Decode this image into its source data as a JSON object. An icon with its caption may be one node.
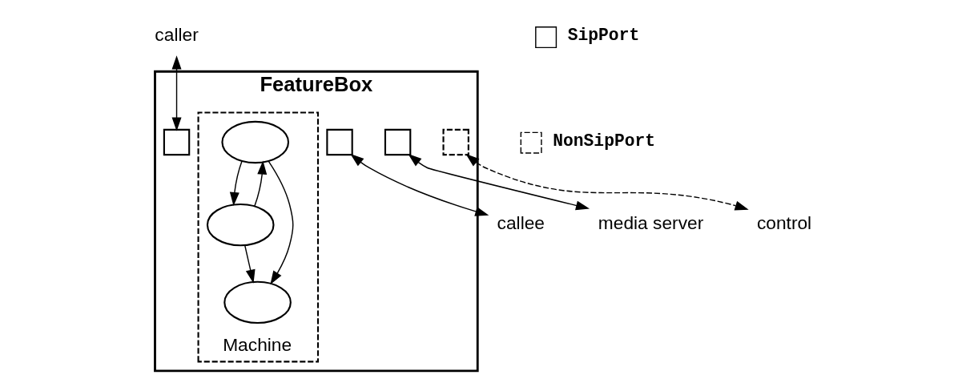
{
  "diagram": {
    "nodes": [
      {
        "text": [
          "FeatureBox"
        ]
      },
      {
        "text": [
          "Machine"
        ],
        "in": 0
      },
      {
        "text": [],
        "shape": "ellipse",
        "in": 1
      },
      {
        "text": [],
        "shape": "ellipse",
        "in": 1
      },
      {
        "text": [],
        "shape": "ellipse",
        "in": 1
      },
      {
        "text": [],
        "shape": "box",
        "in": 0
      },
      {
        "text": [],
        "shape": "box",
        "in": 0
      },
      {
        "text": [],
        "shape": "box",
        "in": 0
      },
      {
        "text": [],
        "shape": "box",
        "in": 0
      },
      {
        "text": [
          "caller"
        ]
      },
      {
        "text": [
          "callee"
        ]
      },
      {
        "text": [
          "media server"
        ]
      },
      {
        "text": [
          "control"
        ]
      }
    ],
    "edges": [
      {
        "from": 2,
        "to": 3,
        "arrow": "to"
      },
      {
        "from": 3,
        "to": 2,
        "arrow": "to"
      },
      {
        "from": 2,
        "to": 4,
        "arrow": "to"
      },
      {
        "from": 3,
        "to": 4,
        "arrow": "to"
      },
      {
        "from": 9,
        "to": 5,
        "arrow": "both"
      },
      {
        "from": 6,
        "to": 10,
        "arrow": "both"
      },
      {
        "from": 7,
        "to": 11,
        "arrow": "both"
      },
      {
        "from": 8,
        "to": 12,
        "arrow": "both",
        "style": "dashed"
      }
    ],
    "legend": [
      {
        "text": "SipPort"
      },
      {
        "text": "NonSipPort"
      }
    ]
  }
}
